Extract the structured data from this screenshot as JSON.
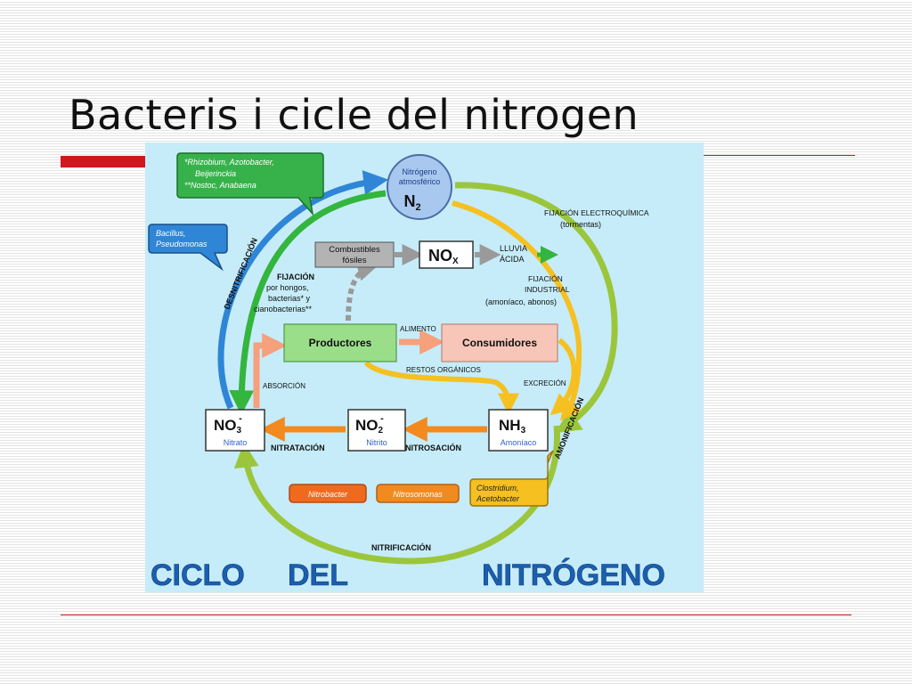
{
  "slide": {
    "title": "Bacteris i cicle del nitrogen"
  },
  "diagram": {
    "title_words": [
      "CICLO",
      "DEL",
      "NITRÓGENO"
    ],
    "n2": {
      "line1": "Nitrógeno",
      "line2": "atmosférico",
      "formula": "N",
      "sub": "2"
    },
    "callouts": {
      "rhizobium": [
        "*Rhizobium, Azotobacter,",
        "Beijerinckia",
        "**Nostoc, Anabaena"
      ],
      "bacillus": [
        "Bacillus,",
        "Pseudomonas"
      ],
      "nitrobacter": "Nitrobacter",
      "nitrosomonas": "Nitrosomonas",
      "clostridium": [
        "Clostridium,",
        "Acetobacter"
      ]
    },
    "boxes": {
      "combustibles": [
        "Combustibles",
        "fósiles"
      ],
      "nox": {
        "formula": "NO",
        "sub": "X"
      },
      "productores": "Productores",
      "consumidores": "Consumidores",
      "no3": {
        "formula": "NO",
        "sub": "3",
        "sup": "-",
        "name": "Nitrato"
      },
      "no2": {
        "formula": "NO",
        "sub": "2",
        "sup": "-",
        "name": "Nitrito"
      },
      "nh3": {
        "formula": "NH",
        "sub": "3",
        "name": "Amoníaco"
      }
    },
    "labels": {
      "lluvia": [
        "LLUVIA",
        "ÁCIDA"
      ],
      "fijacion_electro": [
        "FIJACIÓN ELECTROQUÍMICA",
        "(tormentas)"
      ],
      "fijacion_industrial": [
        "FIJACIÓN",
        "INDUSTRIAL",
        "(amoníaco, abonos)"
      ],
      "fijacion": [
        "FIJACIÓN",
        "por hongos,",
        "bacterias* y",
        "cianobacterias**"
      ],
      "alimento": "ALIMENTO",
      "restos": "RESTOS ORGÁNICOS",
      "excrecion": "EXCRECIÓN",
      "absorcion": "ABSORCIÓN",
      "nitratacion": "NITRATACIÓN",
      "nitrosacion": "NITROSACIÓN",
      "nitrificacion": "NITRIFICACIÓN",
      "desnitrificacion": "DESNITRIFICACIÓN",
      "amonificacion": "AMONIFICACIÓN"
    },
    "colors": {
      "background": "#c6ecf9",
      "blue_arrow": "#2f86d6",
      "green_arrow": "#34b53d",
      "olive_arrow": "#9bc63c",
      "yellow_arrow": "#f6c021",
      "orange_arrow": "#f28a1f",
      "salmon_arrow": "#f6a07c",
      "gray_arrow": "#9a9a9a",
      "title_blue": "#1b5fae"
    }
  }
}
